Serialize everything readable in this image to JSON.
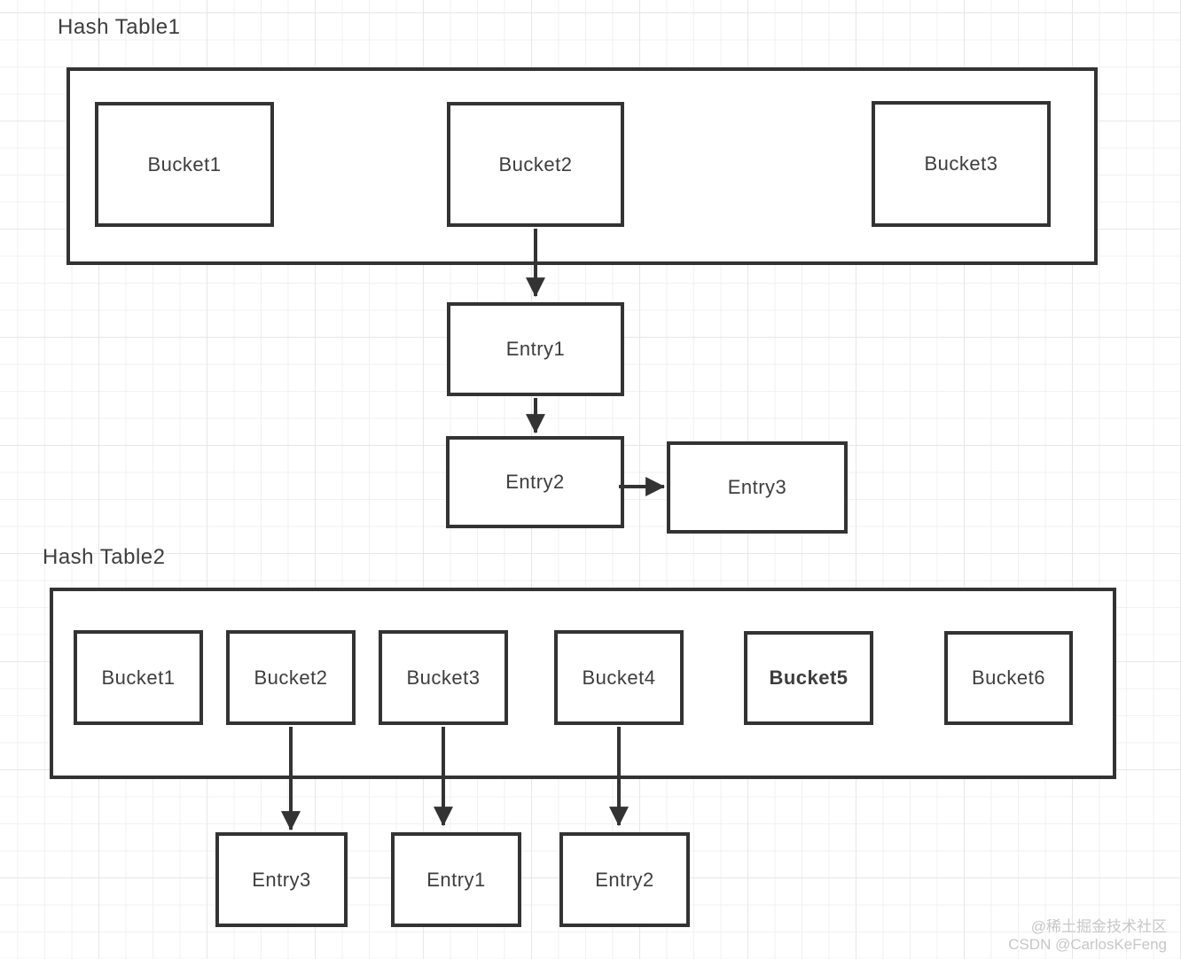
{
  "colors": {
    "border": "#333333",
    "text": "#3d3d3d",
    "arrow": "#333333",
    "watermark": "#c7c7c9",
    "grid_minor": "#f1f1f4",
    "grid_major": "#e7e7ea"
  },
  "hash_table1": {
    "title": "Hash Table1",
    "buckets": [
      {
        "label": "Bucket1"
      },
      {
        "label": "Bucket2"
      },
      {
        "label": "Bucket3"
      }
    ]
  },
  "chain_entries": [
    {
      "label": "Entry1"
    },
    {
      "label": "Entry2"
    },
    {
      "label": "Entry3"
    }
  ],
  "hash_table2": {
    "title": "Hash Table2",
    "buckets": [
      {
        "label": "Bucket1"
      },
      {
        "label": "Bucket2"
      },
      {
        "label": "Bucket3"
      },
      {
        "label": "Bucket4"
      },
      {
        "label": "Bucket5",
        "bold": true
      },
      {
        "label": "Bucket6"
      }
    ]
  },
  "bottom_entries": [
    {
      "label": "Entry3"
    },
    {
      "label": "Entry1"
    },
    {
      "label": "Entry2"
    }
  ],
  "watermark": {
    "line1": "@稀土掘金技术社区",
    "line2": "CSDN @CarlosKeFeng"
  }
}
